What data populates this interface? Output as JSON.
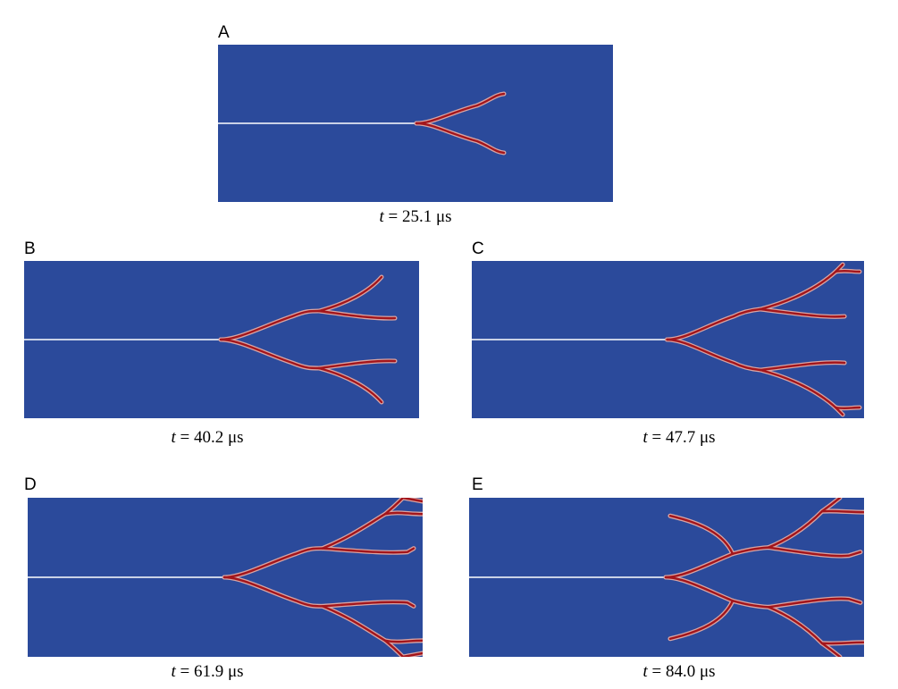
{
  "panels": [
    {
      "label": "A",
      "time_var": "t",
      "time_value": "= 25.1 μs"
    },
    {
      "label": "B",
      "time_var": "t",
      "time_value": "= 40.2 μs"
    },
    {
      "label": "C",
      "time_var": "t",
      "time_value": "= 47.7 μs"
    },
    {
      "label": "D",
      "time_var": "t",
      "time_value": "= 61.9 μs"
    },
    {
      "label": "E",
      "time_var": "t",
      "time_value": "= 84.0 μs"
    }
  ],
  "colors": {
    "domain": "#2b4a9b",
    "crack": "#a3151b",
    "crack_halo": "#d8a4a4",
    "notch": "#ffffff"
  }
}
